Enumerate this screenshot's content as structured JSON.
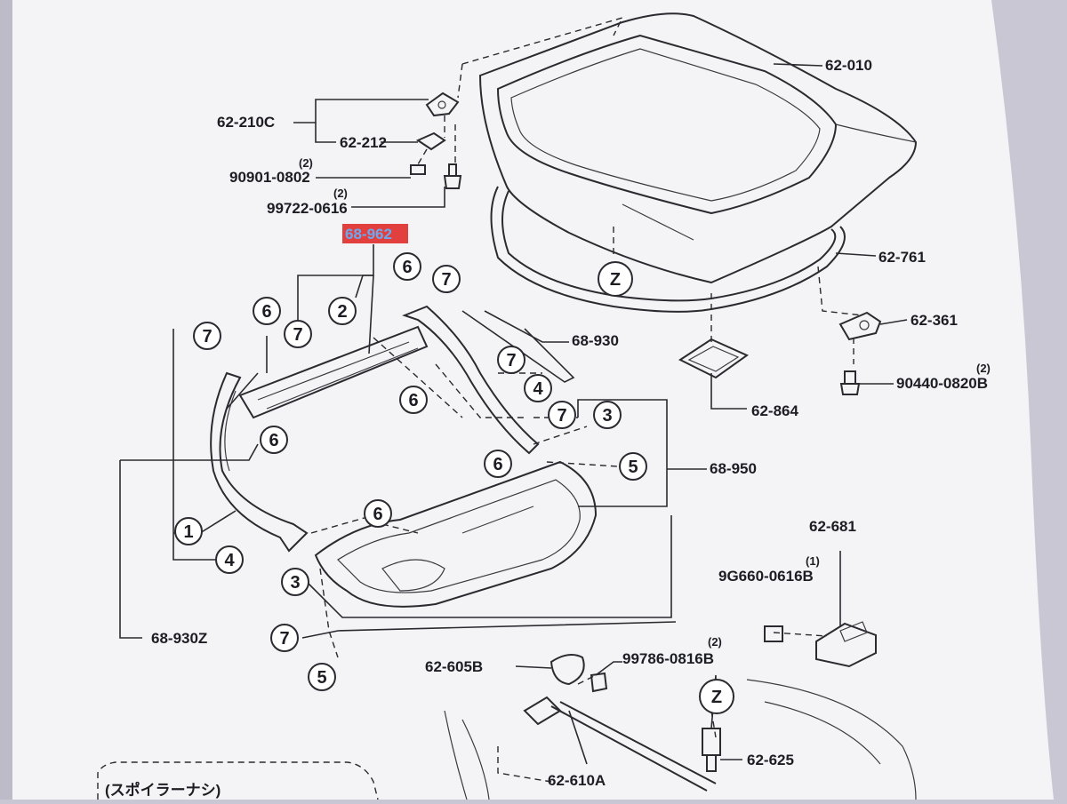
{
  "diagram": {
    "part_labels": [
      {
        "id": "p62010",
        "text": "62-010"
      },
      {
        "id": "p62210c",
        "text": "62-210C"
      },
      {
        "id": "p62212",
        "text": "62-212"
      },
      {
        "id": "p90901",
        "text": "90901-0802",
        "qty": "(2)"
      },
      {
        "id": "p99722",
        "text": "99722-0616",
        "qty": "(2)"
      },
      {
        "id": "p68962",
        "text": "68-962",
        "highlighted": true
      },
      {
        "id": "p62761",
        "text": "62-761"
      },
      {
        "id": "p62361",
        "text": "62-361"
      },
      {
        "id": "p90440",
        "text": "90440-0820B",
        "qty": "(2)"
      },
      {
        "id": "p68930",
        "text": "68-930"
      },
      {
        "id": "p62864",
        "text": "62-864"
      },
      {
        "id": "p68950",
        "text": "68-950"
      },
      {
        "id": "p62681",
        "text": "62-681"
      },
      {
        "id": "p9g660",
        "text": "9G660-0616B",
        "qty": "(1)"
      },
      {
        "id": "p68930z",
        "text": "68-930Z"
      },
      {
        "id": "p62605b",
        "text": "62-605B"
      },
      {
        "id": "p99786",
        "text": "99786-0816B",
        "qty": "(2)"
      },
      {
        "id": "p62625",
        "text": "62-625"
      },
      {
        "id": "p62610a",
        "text": "62-610A"
      }
    ],
    "callouts": [
      {
        "id": "c_z1",
        "text": "Z"
      },
      {
        "id": "c_z2",
        "text": "Z"
      },
      {
        "id": "c6a",
        "text": "6"
      },
      {
        "id": "c7a",
        "text": "7"
      },
      {
        "id": "c6b",
        "text": "6"
      },
      {
        "id": "c7b",
        "text": "7"
      },
      {
        "id": "c2a",
        "text": "2"
      },
      {
        "id": "c7c",
        "text": "7"
      },
      {
        "id": "c7d",
        "text": "7"
      },
      {
        "id": "c6c",
        "text": "6"
      },
      {
        "id": "c4a",
        "text": "4"
      },
      {
        "id": "c6d",
        "text": "6"
      },
      {
        "id": "c7e",
        "text": "7"
      },
      {
        "id": "c3a",
        "text": "3"
      },
      {
        "id": "c6e",
        "text": "6"
      },
      {
        "id": "c5a",
        "text": "5"
      },
      {
        "id": "c1a",
        "text": "1"
      },
      {
        "id": "c4b",
        "text": "4"
      },
      {
        "id": "c6f",
        "text": "6"
      },
      {
        "id": "c3b",
        "text": "3"
      },
      {
        "id": "c7f",
        "text": "7"
      },
      {
        "id": "c5b",
        "text": "5"
      }
    ],
    "note": "(スポイラーナシ)"
  },
  "colors": {
    "paper": "#c9c7d3",
    "ink": "#2a2a30",
    "highlight_bg": "#e2403e",
    "highlight_text": "#6aa9f0"
  }
}
